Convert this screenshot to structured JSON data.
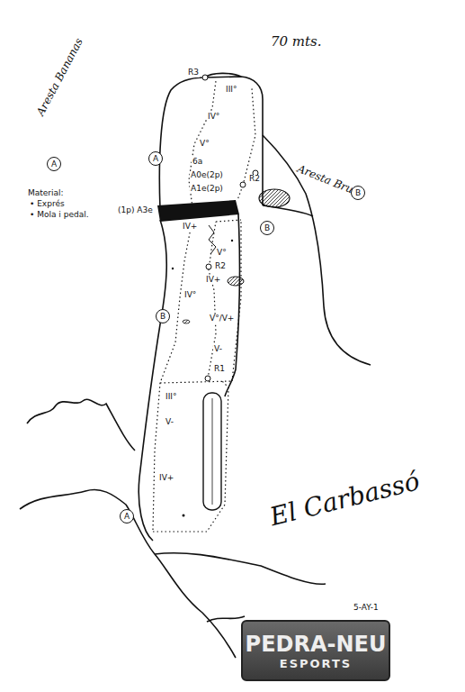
{
  "diagram": {
    "nodes": [
      {
        "text": [
          "A"
        ]
      },
      {
        "text": [
          "A"
        ]
      },
      {
        "text": [
          "B"
        ]
      },
      {
        "text": [
          "B"
        ]
      },
      {
        "text": [
          "B"
        ]
      },
      {
        "text": [
          "A"
        ]
      },
      {
        "text": [
          "PEDRA-NEU",
          "ESPORTS"
        ]
      }
    ],
    "labels": [
      "70 mts.",
      "R3",
      "III°",
      "IV°",
      "V°",
      "6a",
      "A0e(2p)",
      "A1e(2p)",
      "(1p) A3e",
      "R2",
      "Aresta Bananas",
      "Aresta Brucs",
      "Material:",
      "• Exprés",
      "• Mola i pedal.",
      "IV+",
      "V°",
      "R2",
      "IV+",
      "IV°",
      "V°/V+",
      "V-",
      "R1",
      "III°",
      "V-",
      "IV+",
      "El Carbassó",
      "5-AY-1"
    ]
  }
}
